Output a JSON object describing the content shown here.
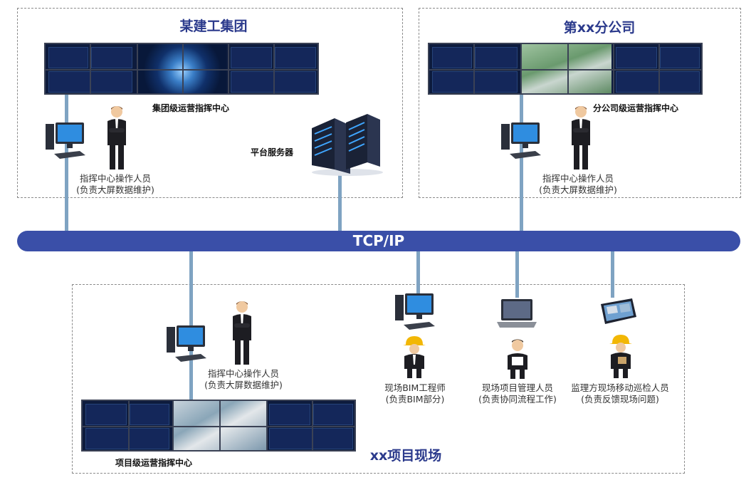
{
  "groups": {
    "hq": {
      "title": "某建工集团",
      "center_label": "集团级运营指挥中心"
    },
    "branch": {
      "title": "第xx分公司",
      "center_label": "分公司级运营指挥中心"
    },
    "project": {
      "title": "xx项目现场",
      "center_label": "项目级运营指挥中心"
    }
  },
  "server": {
    "label": "平台服务器"
  },
  "network": {
    "label": "TCP/IP"
  },
  "operators": {
    "hq": {
      "line1": "指挥中心操作人员",
      "line2": "(负责大屏数据维护)"
    },
    "branch": {
      "line1": "指挥中心操作人员",
      "line2": "(负责大屏数据维护)"
    },
    "project": {
      "line1": "指挥中心操作人员",
      "line2": "(负责大屏数据维护)"
    }
  },
  "field_roles": [
    {
      "line1": "现场BIM工程师",
      "line2": "(负责BIM部分)"
    },
    {
      "line1": "现场项目管理人员",
      "line2": "(负责协同流程工作)"
    },
    {
      "line1": "监理方现场移动巡检人员",
      "line2": "(负责反馈现场问题)"
    }
  ],
  "icons": [
    "video-wall-icon",
    "desktop-computer-icon",
    "businessman-icon",
    "server-rack-icon",
    "engineer-icon",
    "laptop-icon",
    "tablet-icon"
  ],
  "colors": {
    "title": "#2b3a8c",
    "bus": "#3a4fa8",
    "connector": "#7fa3c2",
    "screen": "#0d1b3d"
  }
}
